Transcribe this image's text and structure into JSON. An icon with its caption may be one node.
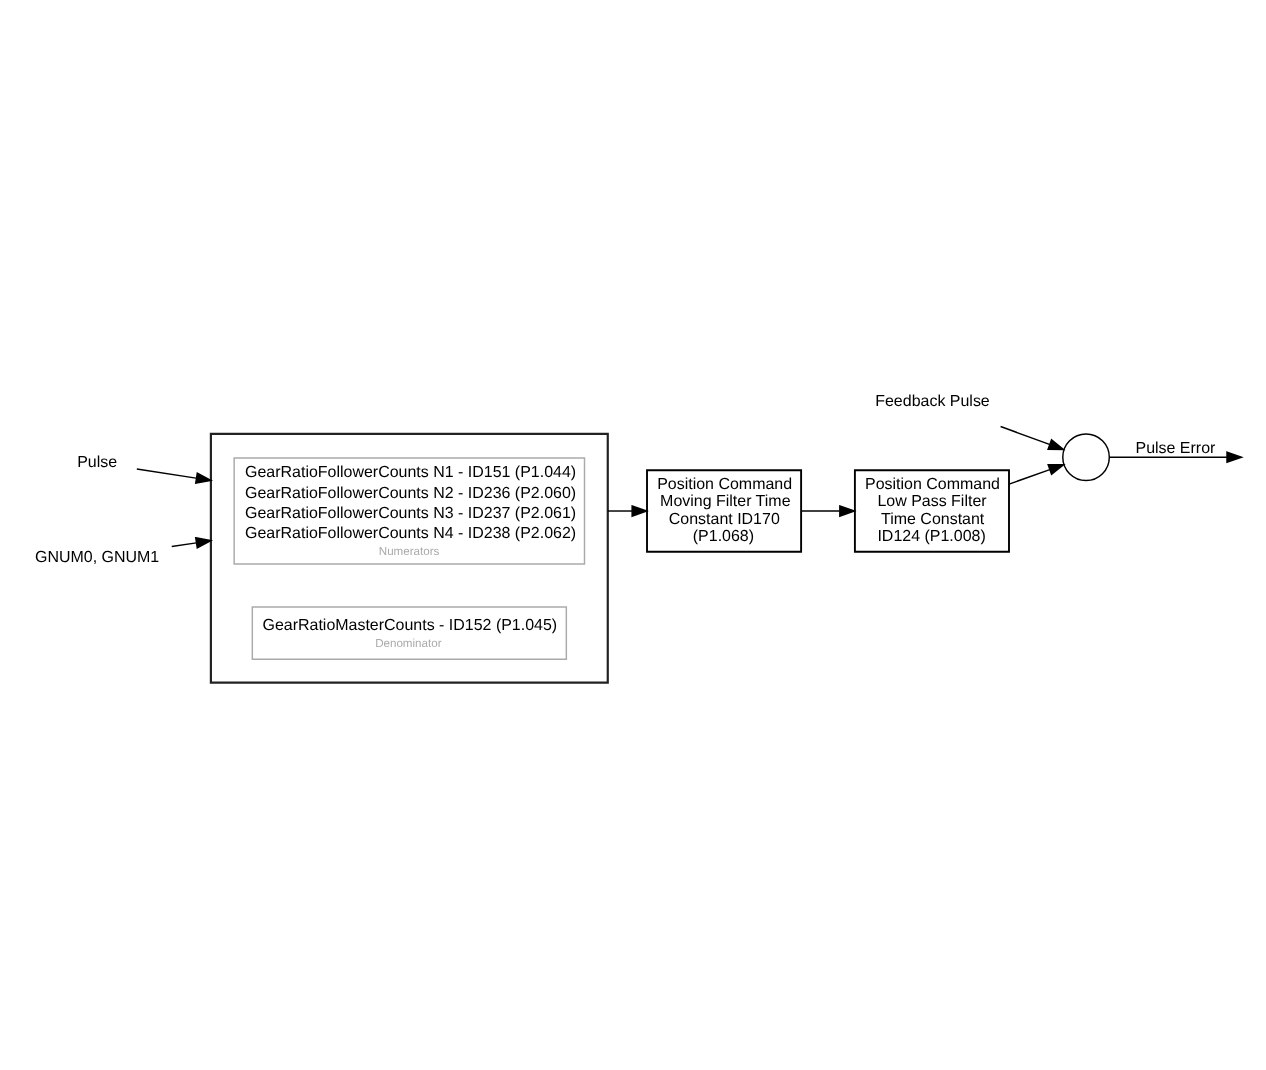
{
  "diagram": {
    "nodes": [
      {
        "text": [],
        "shape": "box"
      },
      {
        "text": [
          "GearRatioFollowerCounts N1 - ID151 (P1.044)",
          "GearRatioFollowerCounts N2 - ID236 (P2.060)",
          "GearRatioFollowerCounts N3 - ID237 (P2.061)",
          "GearRatioFollowerCounts N4 - ID238 (P2.062)",
          "Numerators"
        ],
        "in": 0
      },
      {
        "text": [
          "GearRatioMasterCounts - ID152 (P1.045)",
          "Denominator"
        ],
        "in": 0
      },
      {
        "text": [
          "Pulse"
        ]
      },
      {
        "text": [
          "GNUM0, GNUM1"
        ]
      },
      {
        "text": [
          "Position Command Moving Filter Time Constant ID170 (P1.068)"
        ]
      },
      {
        "text": [
          "Position Command Low Pass Filter Time Constant ID124 (P1.008)"
        ]
      },
      {
        "text": [],
        "shape": "circle"
      },
      {
        "text": [
          "Feedback Pulse"
        ]
      }
    ],
    "edges": [
      {
        "from": 3,
        "to": 0,
        "arrow": "to"
      },
      {
        "from": 4,
        "to": 0,
        "arrow": "to"
      },
      {
        "from": 0,
        "to": 5,
        "arrow": "to"
      },
      {
        "from": 5,
        "to": 6,
        "arrow": "to"
      },
      {
        "from": 6,
        "to": 7,
        "arrow": "to"
      },
      {
        "from": 7,
        "to": null,
        "arrow": "to",
        "label": "Pulse Error"
      },
      {
        "from": 8,
        "to": 7,
        "arrow": "to"
      }
    ]
  }
}
